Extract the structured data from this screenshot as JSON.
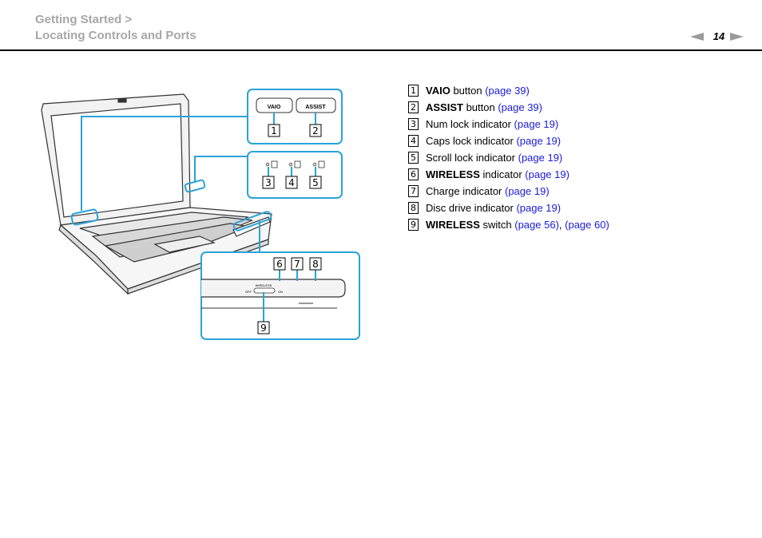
{
  "header": {
    "crumb1": "Getting Started >",
    "crumb2": "Locating Controls and Ports",
    "page": "14"
  },
  "figure": {
    "btn_vaio": "VAIO",
    "btn_assist": "ASSIST",
    "callouts": [
      "1",
      "2",
      "3",
      "4",
      "5",
      "6",
      "7",
      "8",
      "9"
    ],
    "side_label_wireless": "WIRELESS",
    "side_label_off": "OFF",
    "side_label_on": "ON"
  },
  "items": [
    {
      "num": "1",
      "bold": "VAIO",
      "text": " button ",
      "links": [
        "(page 39)"
      ]
    },
    {
      "num": "2",
      "bold": "ASSIST",
      "text": " button ",
      "links": [
        "(page 39)"
      ]
    },
    {
      "num": "3",
      "bold": "",
      "text": "Num lock indicator ",
      "links": [
        "(page 19)"
      ]
    },
    {
      "num": "4",
      "bold": "",
      "text": "Caps lock indicator ",
      "links": [
        "(page 19)"
      ]
    },
    {
      "num": "5",
      "bold": "",
      "text": "Scroll lock indicator ",
      "links": [
        "(page 19)"
      ]
    },
    {
      "num": "6",
      "bold": "WIRELESS",
      "text": " indicator ",
      "links": [
        "(page 19)"
      ]
    },
    {
      "num": "7",
      "bold": "",
      "text": "Charge indicator ",
      "links": [
        "(page 19)"
      ]
    },
    {
      "num": "8",
      "bold": "",
      "text": "Disc drive indicator ",
      "links": [
        "(page 19)"
      ]
    },
    {
      "num": "9",
      "bold": "WIRELESS",
      "text": " switch ",
      "links": [
        "(page 56)",
        "(page 60)"
      ]
    }
  ],
  "colors": {
    "accent": "#2aa3d9",
    "link": "#1a1ad6",
    "crumb": "#a7a7a7"
  }
}
